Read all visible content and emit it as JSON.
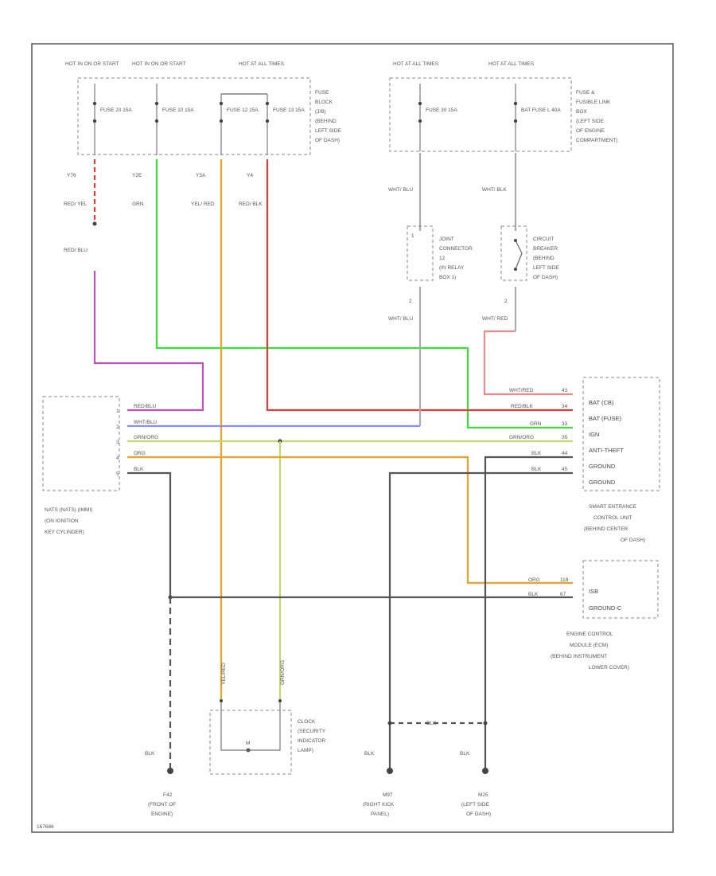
{
  "fuse_block": {
    "hot_labels": [
      "HOT IN ON OR START",
      "HOT IN ON OR START",
      "HOT AT ALL TIMES"
    ],
    "fuses": [
      {
        "label": "FUSE 20 15A"
      },
      {
        "label": "FUSE 10 15A"
      },
      {
        "label": "FUSE 12 15A"
      },
      {
        "label": "FUSE 13 15A"
      }
    ],
    "description": [
      "FUSE",
      "BLOCK",
      "(J/B)",
      "(BEHIND",
      "LEFT SIDE",
      "OF DASH)"
    ]
  },
  "fusible_link_box": {
    "hot_labels": [
      "HOT AT ALL TIMES",
      "HOT AT ALL TIMES"
    ],
    "fuses": [
      {
        "label": "FUSE 30 15A"
      },
      {
        "label": "BAT FUSE L 40A"
      }
    ],
    "description": [
      "FUSE &",
      "FUSIBLE LINK",
      "BOX",
      "(LEFT SIDE",
      "OF ENGINE",
      "COMPARTMENT)"
    ]
  },
  "wire_codes": {
    "fuse_pins": [
      "Y76",
      "Y2E",
      "Y3A",
      "Y4"
    ],
    "wire_colors_top": [
      "RED/ YEL",
      "GRN",
      "YEL/ RED",
      "RED/ BLK"
    ],
    "red_blu": "RED/ BLU",
    "wht_blu_top": "WHT/ BLU",
    "wht_blk_top": "WHT/ BLK",
    "wht_blu_mid": "WHT/ BLU",
    "wht_red_mid": "WHT/ RED"
  },
  "joint_connector": {
    "lines": [
      "JOINT",
      "CONNECTOR",
      "12",
      "(IN RELAY",
      "BOX 1)"
    ]
  },
  "circuit_breaker": {
    "lines": [
      "CIRCUIT",
      "BREAKER",
      "(BEHIND",
      "LEFT SIDE",
      "OF DASH)"
    ]
  },
  "nats_switch": {
    "pins": [
      "1",
      "2",
      "3",
      "4",
      "5"
    ],
    "wires": [
      "RED/BLU",
      "WHT/BLU",
      "GRN/ORG",
      "ORG",
      "BLK"
    ],
    "lines": [
      "NATS (NATS) (IMMI)",
      "(ON IGNITION",
      "KEY CYLINDER)"
    ]
  },
  "smart_entrance": {
    "wires_in": [
      "WHT/RED",
      "RED/BLK",
      "GRN",
      "GRN/ORG",
      "BLK",
      "BLK"
    ],
    "pins_in": [
      "43",
      "34",
      "33",
      "35",
      "44",
      "45"
    ],
    "terminals": [
      "BAT (CB)",
      "BAT (FUSE)",
      "IGN",
      "ANTI-THEFT",
      "GROUND",
      "GROUND"
    ],
    "lines": [
      "SMART ENTRANCE",
      "CONTROL UNIT",
      "(BEHIND CENTER",
      "OF DASH)"
    ]
  },
  "ecm": {
    "wires_in": [
      "ORG",
      "BLK"
    ],
    "pins_in": [
      "118",
      "67"
    ],
    "terminals": [
      "ISB",
      "GROUND-C"
    ],
    "lines": [
      "ENGINE CONTROL",
      "MODULE (ECM)",
      "(BEHIND INSTRUMENT",
      "LOWER COVER)"
    ]
  },
  "security_lamp": {
    "wire_left": "YEL/RED",
    "wire_right": "GRN/ORG",
    "pin": "M",
    "lines": [
      "CLOCK",
      "(SECURITY",
      "INDICATOR",
      "LAMP)"
    ]
  },
  "grounds": [
    {
      "wire": "BLK",
      "code": "F42",
      "lines": [
        "(FRONT OF",
        "ENGINE)"
      ]
    },
    {
      "wire": "BLK",
      "code": "M97",
      "lines": [
        "(RIGHT KICK",
        "PANEL)"
      ]
    },
    {
      "wire": "BLK",
      "code": "M25",
      "lines": [
        "(LEFT SIDE",
        "OF DASH)"
      ]
    }
  ],
  "ground_link_wire": "BLK",
  "pin_numbers": {
    "joint_bottom": "2",
    "breaker_bottom": "2"
  },
  "figure_id": "167686",
  "colors": {
    "red": "#e03a3a",
    "purple": "#c04fc0",
    "green": "#3adf3a",
    "orange": "#f4a020",
    "yellow_green": "#c9d66a",
    "blue": "#8c8cf2",
    "pink": "#ef8a8a",
    "black": "#555555",
    "gray": "#aaaaaa"
  }
}
